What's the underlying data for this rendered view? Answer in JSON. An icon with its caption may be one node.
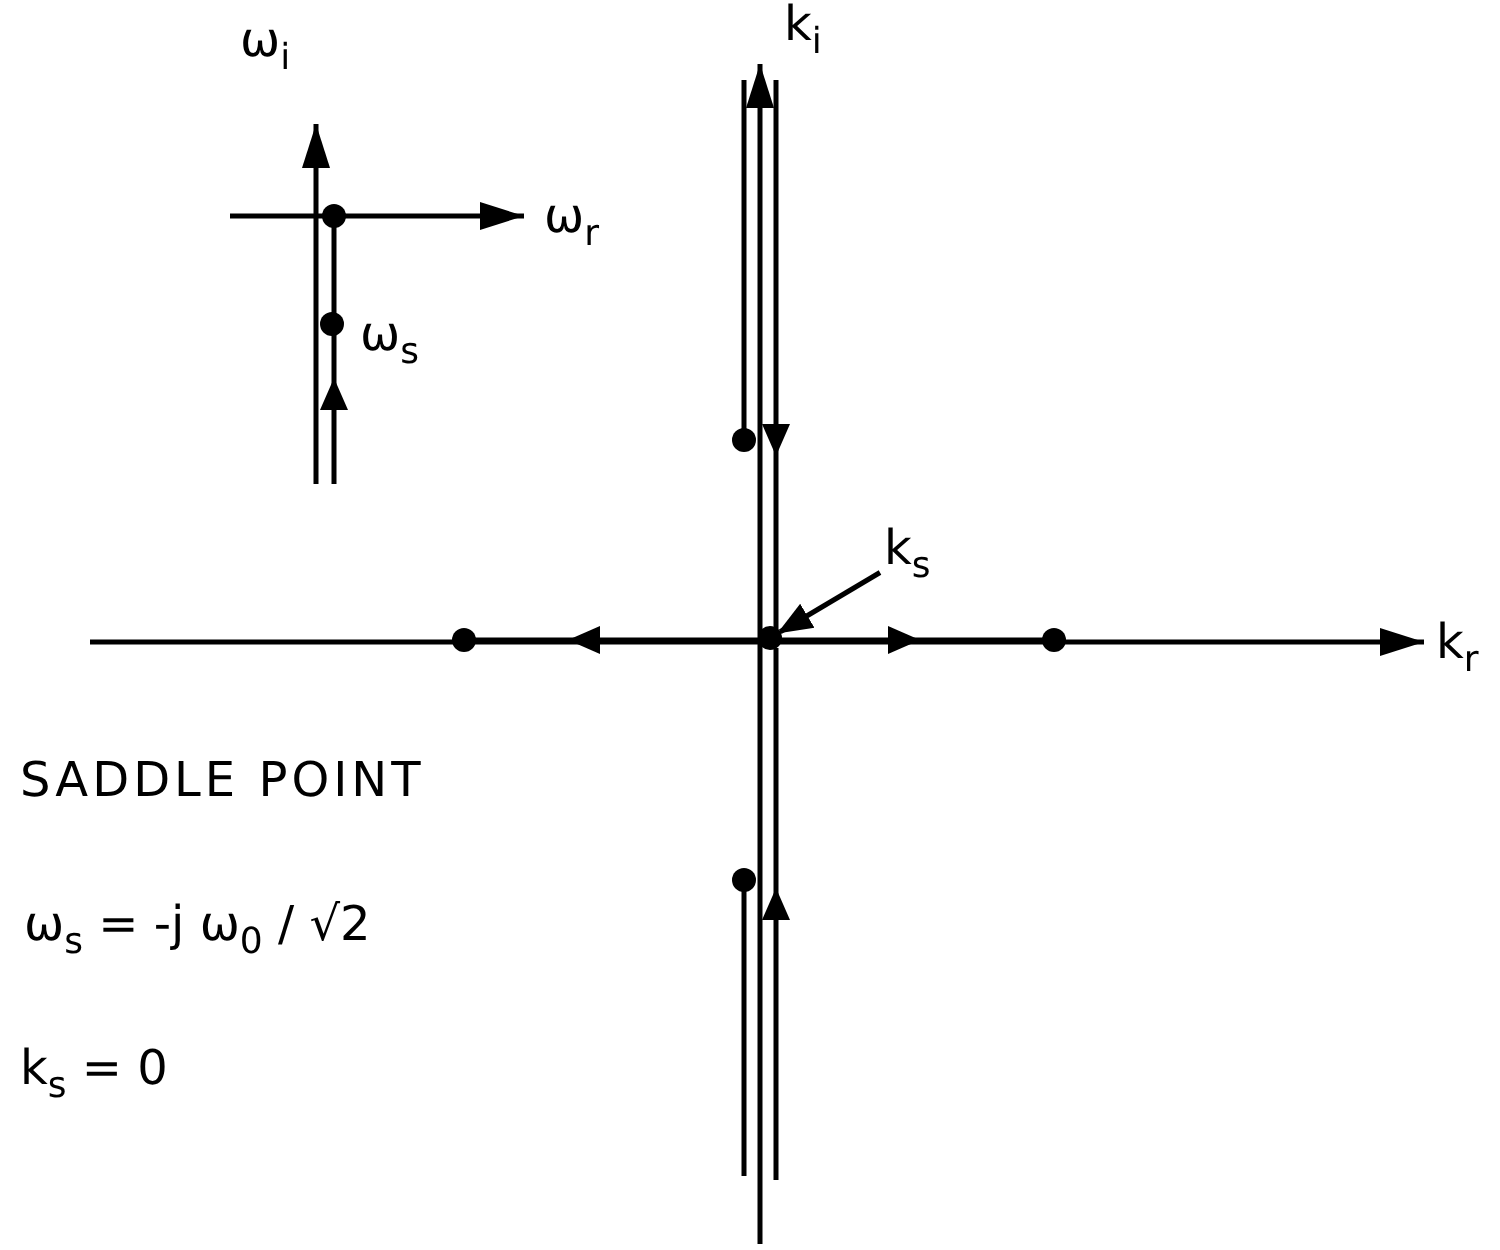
{
  "diagram": {
    "nodes": [
      {
        "text": [
          "k$_{s}$"
        ]
      },
      {
        "text": [],
        "shape": "circle"
      }
    ],
    "edges": [
      {
        "from": 0,
        "to": 1,
        "arrow": "to"
      }
    ],
    "labels": [
      "ω$_{i}$",
      "ω$_{r}$",
      "ω$_{s}$",
      "k$_{i}$",
      "k$_{r}$",
      "SADDLE POINT",
      "ω$_{s}$ = -j ω$_{0}$ / √2",
      "k$_{s}$ = 0"
    ]
  }
}
